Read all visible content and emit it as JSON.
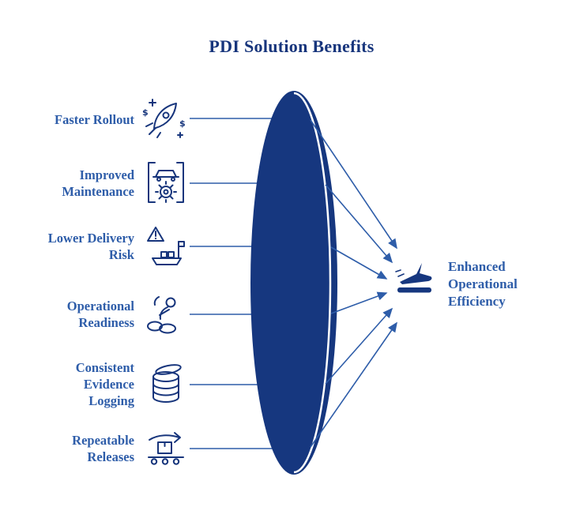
{
  "title": "PDI Solution Benefits",
  "benefits": [
    {
      "name": "faster-rollout",
      "lines": [
        "Faster Rollout"
      ],
      "icon": "rocket-launch-icon"
    },
    {
      "name": "improved-maintenance",
      "lines": [
        "Improved",
        "Maintenance"
      ],
      "icon": "car-service-icon"
    },
    {
      "name": "lower-delivery-risk",
      "lines": [
        "Lower Delivery",
        "Risk"
      ],
      "icon": "shipping-risk-icon"
    },
    {
      "name": "operational-readiness",
      "lines": [
        "Operational",
        "Readiness"
      ],
      "icon": "person-readiness-icon"
    },
    {
      "name": "consistent-evidence-logging",
      "lines": [
        "Consistent",
        "Evidence",
        "Logging"
      ],
      "icon": "database-icon"
    },
    {
      "name": "repeatable-releases",
      "lines": [
        "Repeatable",
        "Releases"
      ],
      "icon": "conveyor-release-icon"
    }
  ],
  "outcome": {
    "name": "enhanced-operational-efficiency",
    "lines": [
      "Enhanced",
      "Operational",
      "Efficiency"
    ],
    "icon": "plane-takeoff-icon"
  },
  "glyphs": {
    "dollar": "$"
  },
  "colors": {
    "title": "#17357c",
    "label": "#2e5da9",
    "line": "#2e5da9",
    "lens": "#16377f",
    "icon": "#17357c"
  }
}
